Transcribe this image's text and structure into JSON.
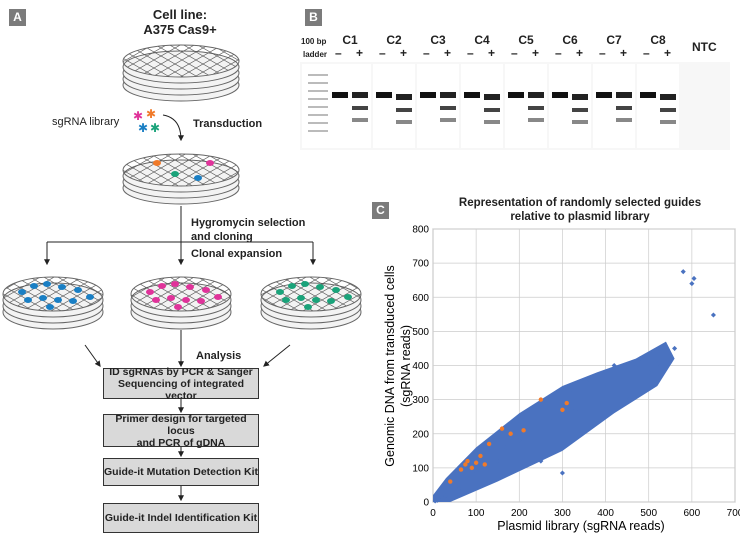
{
  "panel_a": {
    "tag": "A",
    "cell_line_title": "Cell line:",
    "cell_line_name": "A375 Cas9+",
    "sgrna_library": "sgRNA library",
    "transduction": "Transduction",
    "hygro_line1": "Hygromycin selection",
    "hygro_line2": "and cloning",
    "clonal_expansion": "Clonal expansion",
    "analysis": "Analysis",
    "steps": [
      {
        "line1": "ID sgRNAs by PCR & Sanger",
        "line2": "Sequencing of integrated vector"
      },
      {
        "line1": "Primer design for targeted locus",
        "line2": "and PCR of gDNA"
      },
      {
        "line1": "Guide-it Mutation Detection Kit",
        "line2": ""
      },
      {
        "line1": "Guide-it Indel Identification Kit",
        "line2": ""
      }
    ],
    "colors": {
      "blue": "#1a7fc4",
      "magenta": "#e0339a",
      "green": "#1aa37a",
      "orange": "#f07a2a"
    }
  },
  "panel_b": {
    "tag": "B",
    "ladder_label_1": "100 bp",
    "ladder_label_2": "ladder",
    "clones": [
      "C1",
      "C2",
      "C3",
      "C4",
      "C5",
      "C6",
      "C7",
      "C8"
    ],
    "minus": "–",
    "plus": "+",
    "ntc": "NTC"
  },
  "panel_c": {
    "tag": "C",
    "title_line1": "Representation of randomly selected guides",
    "title_line2": "relative to plasmid library",
    "ylabel_line1": "Genomic DNA from transduced cells",
    "ylabel_line2": "(sgRNA reads)",
    "xlabel": "Plasmid library (sgRNA reads)"
  },
  "chart_data": {
    "type": "scatter",
    "title": "Representation of randomly selected guides relative to plasmid library",
    "xlabel": "Plasmid library (sgRNA reads)",
    "ylabel": "Genomic DNA from transduced cells (sgRNA reads)",
    "xlim": [
      0,
      700
    ],
    "ylim": [
      0,
      800
    ],
    "xticks": [
      "0",
      "100",
      "200",
      "300",
      "400",
      "500",
      "600",
      "700"
    ],
    "yticks": [
      "0",
      "100",
      "200",
      "300",
      "400",
      "500",
      "600",
      "700",
      "800"
    ],
    "grid": true,
    "series": [
      {
        "color": "#4a72c0",
        "description": "all guides",
        "x": [
          580,
          600,
          605,
          650,
          520,
          470,
          455,
          300,
          250,
          200,
          150,
          100,
          60,
          30,
          10,
          320,
          360,
          420,
          500,
          560,
          480,
          330,
          270,
          220,
          170,
          120,
          80,
          40,
          20,
          5
        ],
        "y": [
          675,
          640,
          655,
          548,
          405,
          395,
          300,
          85,
          120,
          180,
          120,
          90,
          40,
          20,
          5,
          330,
          360,
          400,
          380,
          450,
          420,
          270,
          240,
          200,
          160,
          110,
          70,
          30,
          15,
          3
        ]
      },
      {
        "color": "#f07a2a",
        "description": "selected guides",
        "x": [
          65,
          75,
          80,
          90,
          100,
          110,
          120,
          130,
          160,
          180,
          210,
          250,
          300,
          310,
          40
        ],
        "y": [
          95,
          110,
          120,
          100,
          115,
          135,
          110,
          170,
          215,
          200,
          210,
          300,
          270,
          290,
          60
        ]
      }
    ]
  }
}
